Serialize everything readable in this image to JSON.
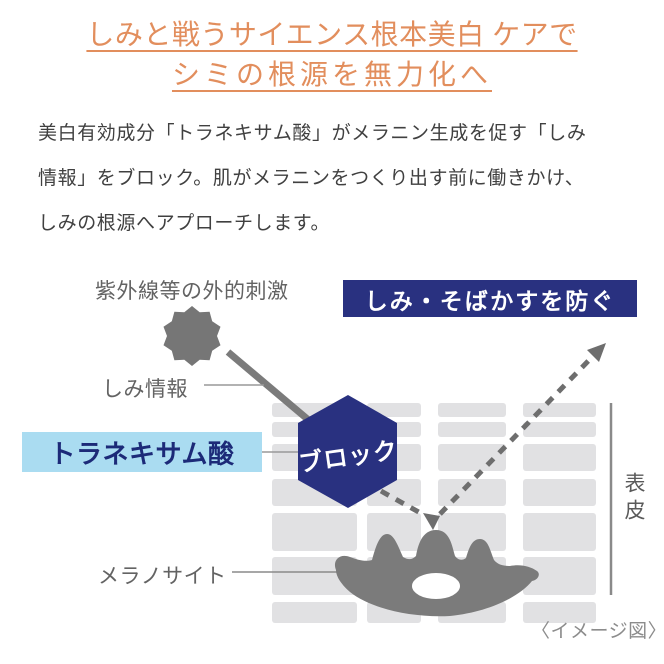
{
  "title": {
    "line1": "しみと戦うサイエンス根本美白 ケアで",
    "line2": "シミの根源を無力化へ"
  },
  "body": {
    "lines": [
      "美白有効成分「トラネキサム酸」がメラニン生成を促す「しみ",
      "情報」をブロック。肌がメラニンをつくり出す前に働きかけ、",
      "しみの根源へアプローチします。"
    ]
  },
  "diagram": {
    "labels": {
      "uv_stimulus": "紫外線等の外的刺激",
      "spot_signal": "しみ情報",
      "tranexamic_acid": "トラネキサム酸",
      "block": "ブロック",
      "prevent": "しみ・そばかすを防ぐ",
      "melanocyte": "メラノサイト",
      "epidermis": "表皮",
      "caption": "〈イメージ図〉"
    },
    "colors": {
      "title_orange": "#e28e5d",
      "navy": "#293180",
      "light_blue": "#aadcf1",
      "shape_gray": "#7b7b7b",
      "grid_cell_gray": "#e1e1e3",
      "label_gray": "#636363"
    }
  }
}
